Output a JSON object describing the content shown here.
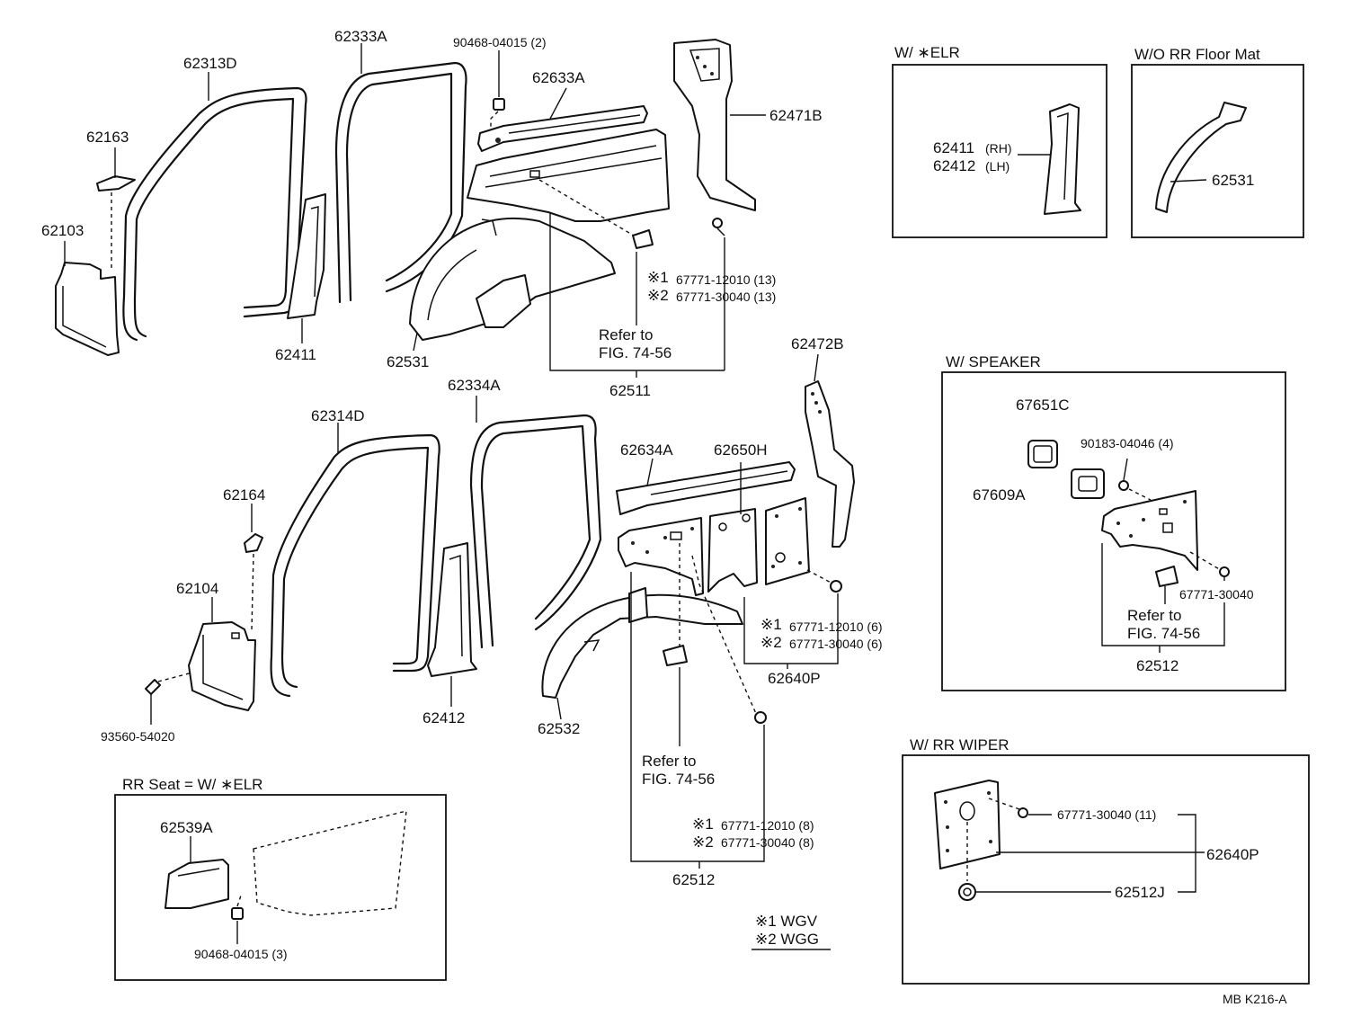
{
  "labels": {
    "p62313D": "62313D",
    "p62333A": "62333A",
    "p90468_2": "90468-04015 (2)",
    "p62633A": "62633A",
    "p62471B": "62471B",
    "p62163": "62163",
    "p62103": "62103",
    "p62411": "62411",
    "p62531": "62531",
    "p62511": "62511",
    "ref1a": "Refer to",
    "ref1b": "FIG. 74-56",
    "c1_13": "67771-12010 (13)",
    "c2_13": "67771-30040 (13)",
    "p62472B": "62472B",
    "p62314D": "62314D",
    "p62334A": "62334A",
    "p62634A": "62634A",
    "p62650H": "62650H",
    "p62164": "62164",
    "p62104": "62104",
    "p93560": "93560-54020",
    "p62412": "62412",
    "p62532": "62532",
    "c1_6": "67771-12010 (6)",
    "c2_6": "67771-30040 (6)",
    "p62640P": "62640P",
    "ref2a": "Refer to",
    "ref2b": "FIG. 74-56",
    "c1_8": "67771-12010 (8)",
    "c2_8": "67771-30040 (8)",
    "p62512": "62512",
    "mark1": "※1",
    "mark2": "※2",
    "legend1": "※1 WGV",
    "legend2": "※2 WGG",
    "footer": "MB  K216-A"
  },
  "inset_elr": {
    "title": "W/ ∗ELR",
    "l1": "62411",
    "l1s": "(RH)",
    "l2": "62412",
    "l2s": "(LH)"
  },
  "inset_mat": {
    "title": "W/O RR Floor Mat",
    "l1": "62531"
  },
  "inset_speaker": {
    "title": "W/ SPEAKER",
    "l1": "67651C",
    "l2": "90183-04046 (4)",
    "l3": "67609A",
    "l4": "67771-30040",
    "ref_a": "Refer to",
    "ref_b": "FIG. 74-56",
    "l5": "62512"
  },
  "inset_wiper": {
    "title": "W/ RR WIPER",
    "l1": "67771-30040 (11)",
    "l2": "62640P",
    "l3": "62512J"
  },
  "inset_seat": {
    "title": "RR Seat = W/ ∗ELR",
    "l1": "62539A",
    "l2": "90468-04015 (3)"
  }
}
